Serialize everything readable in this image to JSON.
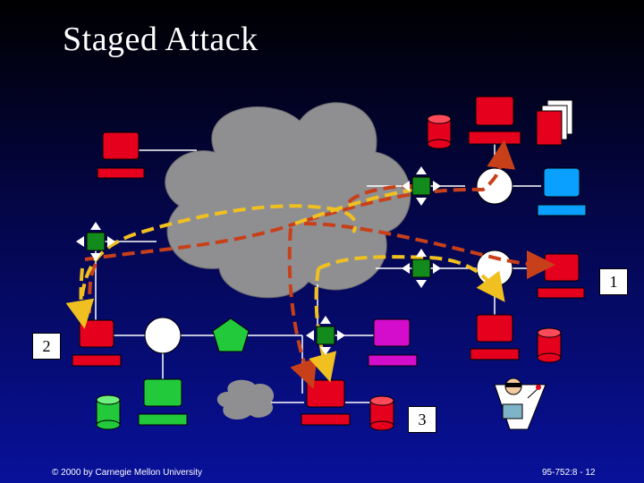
{
  "slide": {
    "title": "Staged Attack",
    "labels": {
      "one": "1",
      "two": "2",
      "three": "3"
    },
    "footer_left": "© 2000 by Carnegie Mellon University",
    "footer_right": "95-752:8 - 12"
  },
  "colors": {
    "host_red": "#e5001e",
    "host_green": "#22c93a",
    "host_blue": "#0aa0ff",
    "host_magenta": "#d40ccc",
    "cloud": "#8f8f92",
    "router": "#138a1c",
    "attack_orange": "#c8401a",
    "attack_yellow": "#f0c020"
  },
  "icons": [
    "cloud-icon",
    "router-icon",
    "hub-icon",
    "server-icon",
    "database-icon",
    "printer-icon",
    "gateway-icon",
    "hacker-icon"
  ]
}
